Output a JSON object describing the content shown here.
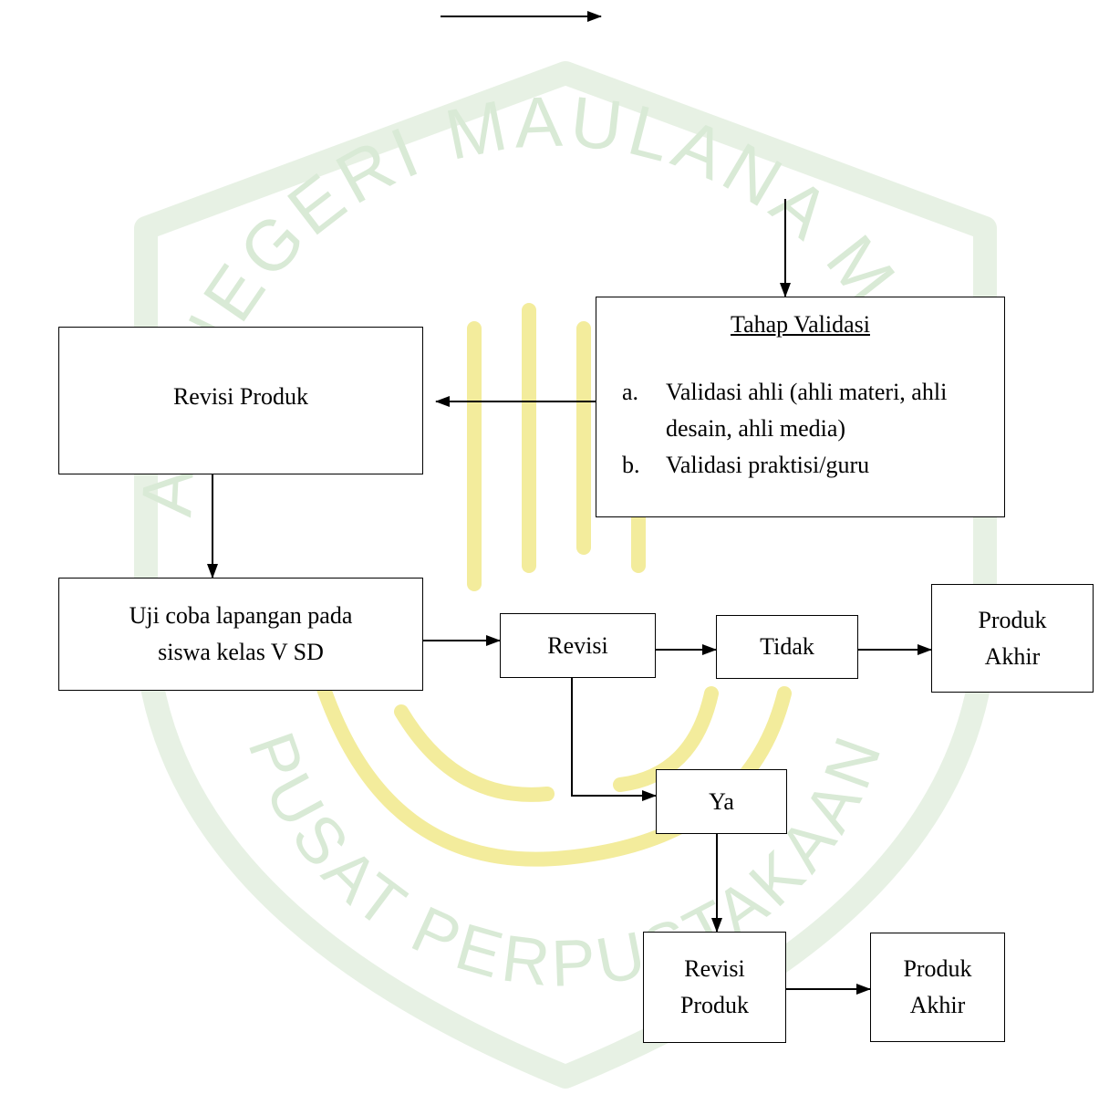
{
  "watermark": {
    "arc_top": "UNIVERSITAS ISLAM NEGERI MAULANA MALIK IBRAHIM MALANG",
    "arc_bottom": "PUSAT PERPUSTAKAAN",
    "color": "#d9ead6",
    "glyph_color": "#f3ec9c"
  },
  "validasi": {
    "title": "Tahap Validasi",
    "items": [
      {
        "marker": "a.",
        "text": "Validasi ahli (ahli materi, ahli desain, ahli media)"
      },
      {
        "marker": "b.",
        "text": "Validasi praktisi/guru"
      }
    ]
  },
  "revisi_produk_top": "Revisi Produk",
  "uji_coba": {
    "line1": "Uji coba lapangan pada",
    "line2": "siswa kelas V SD"
  },
  "revisi": "Revisi",
  "tidak": "Tidak",
  "produk_akhir_1": {
    "line1": "Produk",
    "line2": "Akhir"
  },
  "ya": "Ya",
  "revisi_produk_bottom": {
    "line1": "Revisi",
    "line2": "Produk"
  },
  "produk_akhir_2": {
    "line1": "Produk",
    "line2": "Akhir"
  }
}
